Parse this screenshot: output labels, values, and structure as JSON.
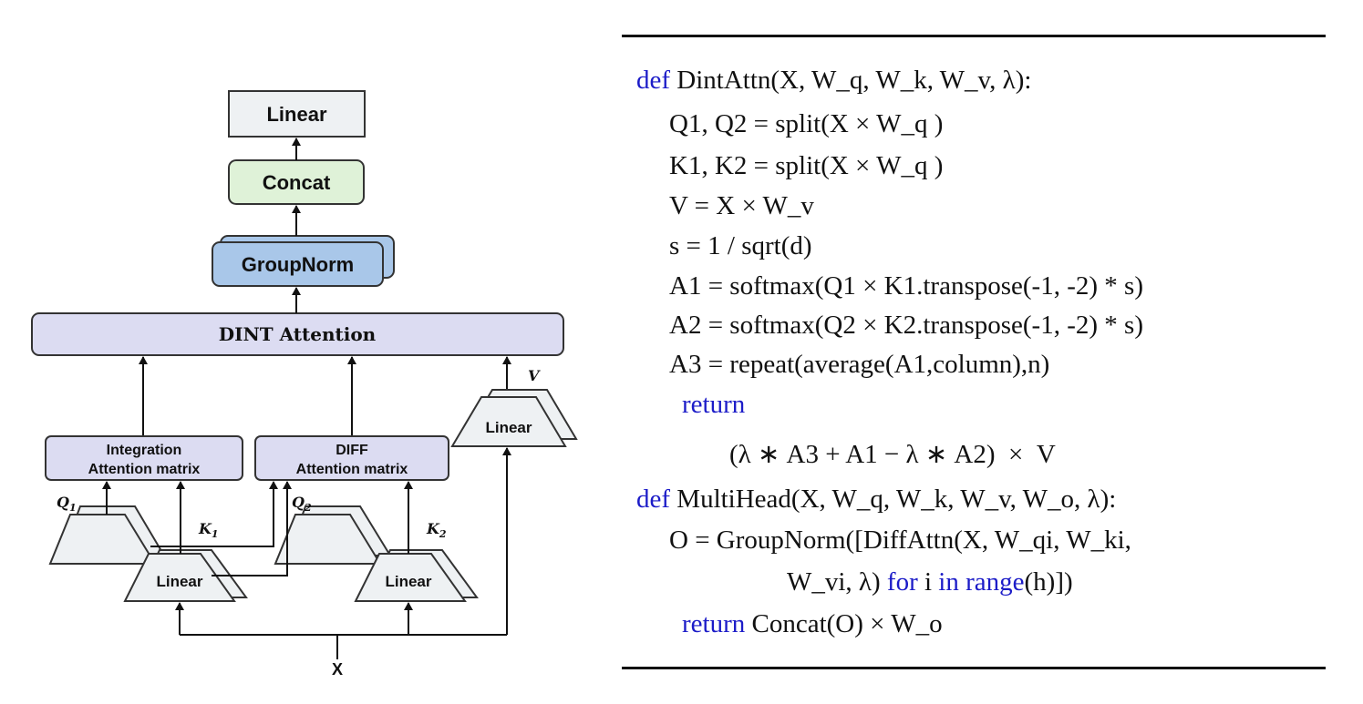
{
  "diagram": {
    "linear_top": "Linear",
    "concat": "Concat",
    "groupnorm": "GroupNorm",
    "dint_attention": "DINT Attention",
    "integration_line1": "Integration",
    "integration_line2": "Attention matrix",
    "diff_line1": "DIFF",
    "diff_line2": "Attention matrix",
    "linear_v": "Linear",
    "linear_k1": "Linear",
    "linear_k2": "Linear",
    "label_v": "V",
    "label_q1": "Q",
    "label_q1_sub": "1",
    "label_k1": "K",
    "label_k1_sub": "1",
    "label_q2": "Q",
    "label_q2_sub": "2",
    "label_k2": "K",
    "label_k2_sub": "2",
    "label_x": "X"
  },
  "code": {
    "l1_kw": "def",
    "l1_rest": " DintAttn(X, W_q, W_k, W_v, λ):",
    "l2": "Q1, Q2 = split(X × W_q )",
    "l3": "K1, K2 = split(X × W_q )",
    "l4": "V = X × W_v",
    "l5": "s = 1 / sqrt(d)",
    "l6": "A1 = softmax(Q1 × K1.transpose(-1, -2) * s)",
    "l7": "A2 = softmax(Q2 × K2.transpose(-1, -2) * s)",
    "l8": "A3 = repeat(average(A1,column),n)",
    "l9_kw": "return",
    "l10": "(λ ∗ A3 + A1 − λ ∗ A2)  ×  V",
    "l11_kw": "def",
    "l11_rest": " MultiHead(X, W_q, W_k, W_v, W_o, λ):",
    "l12": "O = GroupNorm([DiffAttn(X, W_qi, W_ki,",
    "l13_a": "W_vi, λ) ",
    "l13_kw1": "for",
    "l13_b": " i ",
    "l13_kw2": "in",
    "l13_c": " ",
    "l13_kw3": "range",
    "l13_d": "(h)])",
    "l14_kw": "return",
    "l14_rest": " Concat(O) × W_o"
  }
}
